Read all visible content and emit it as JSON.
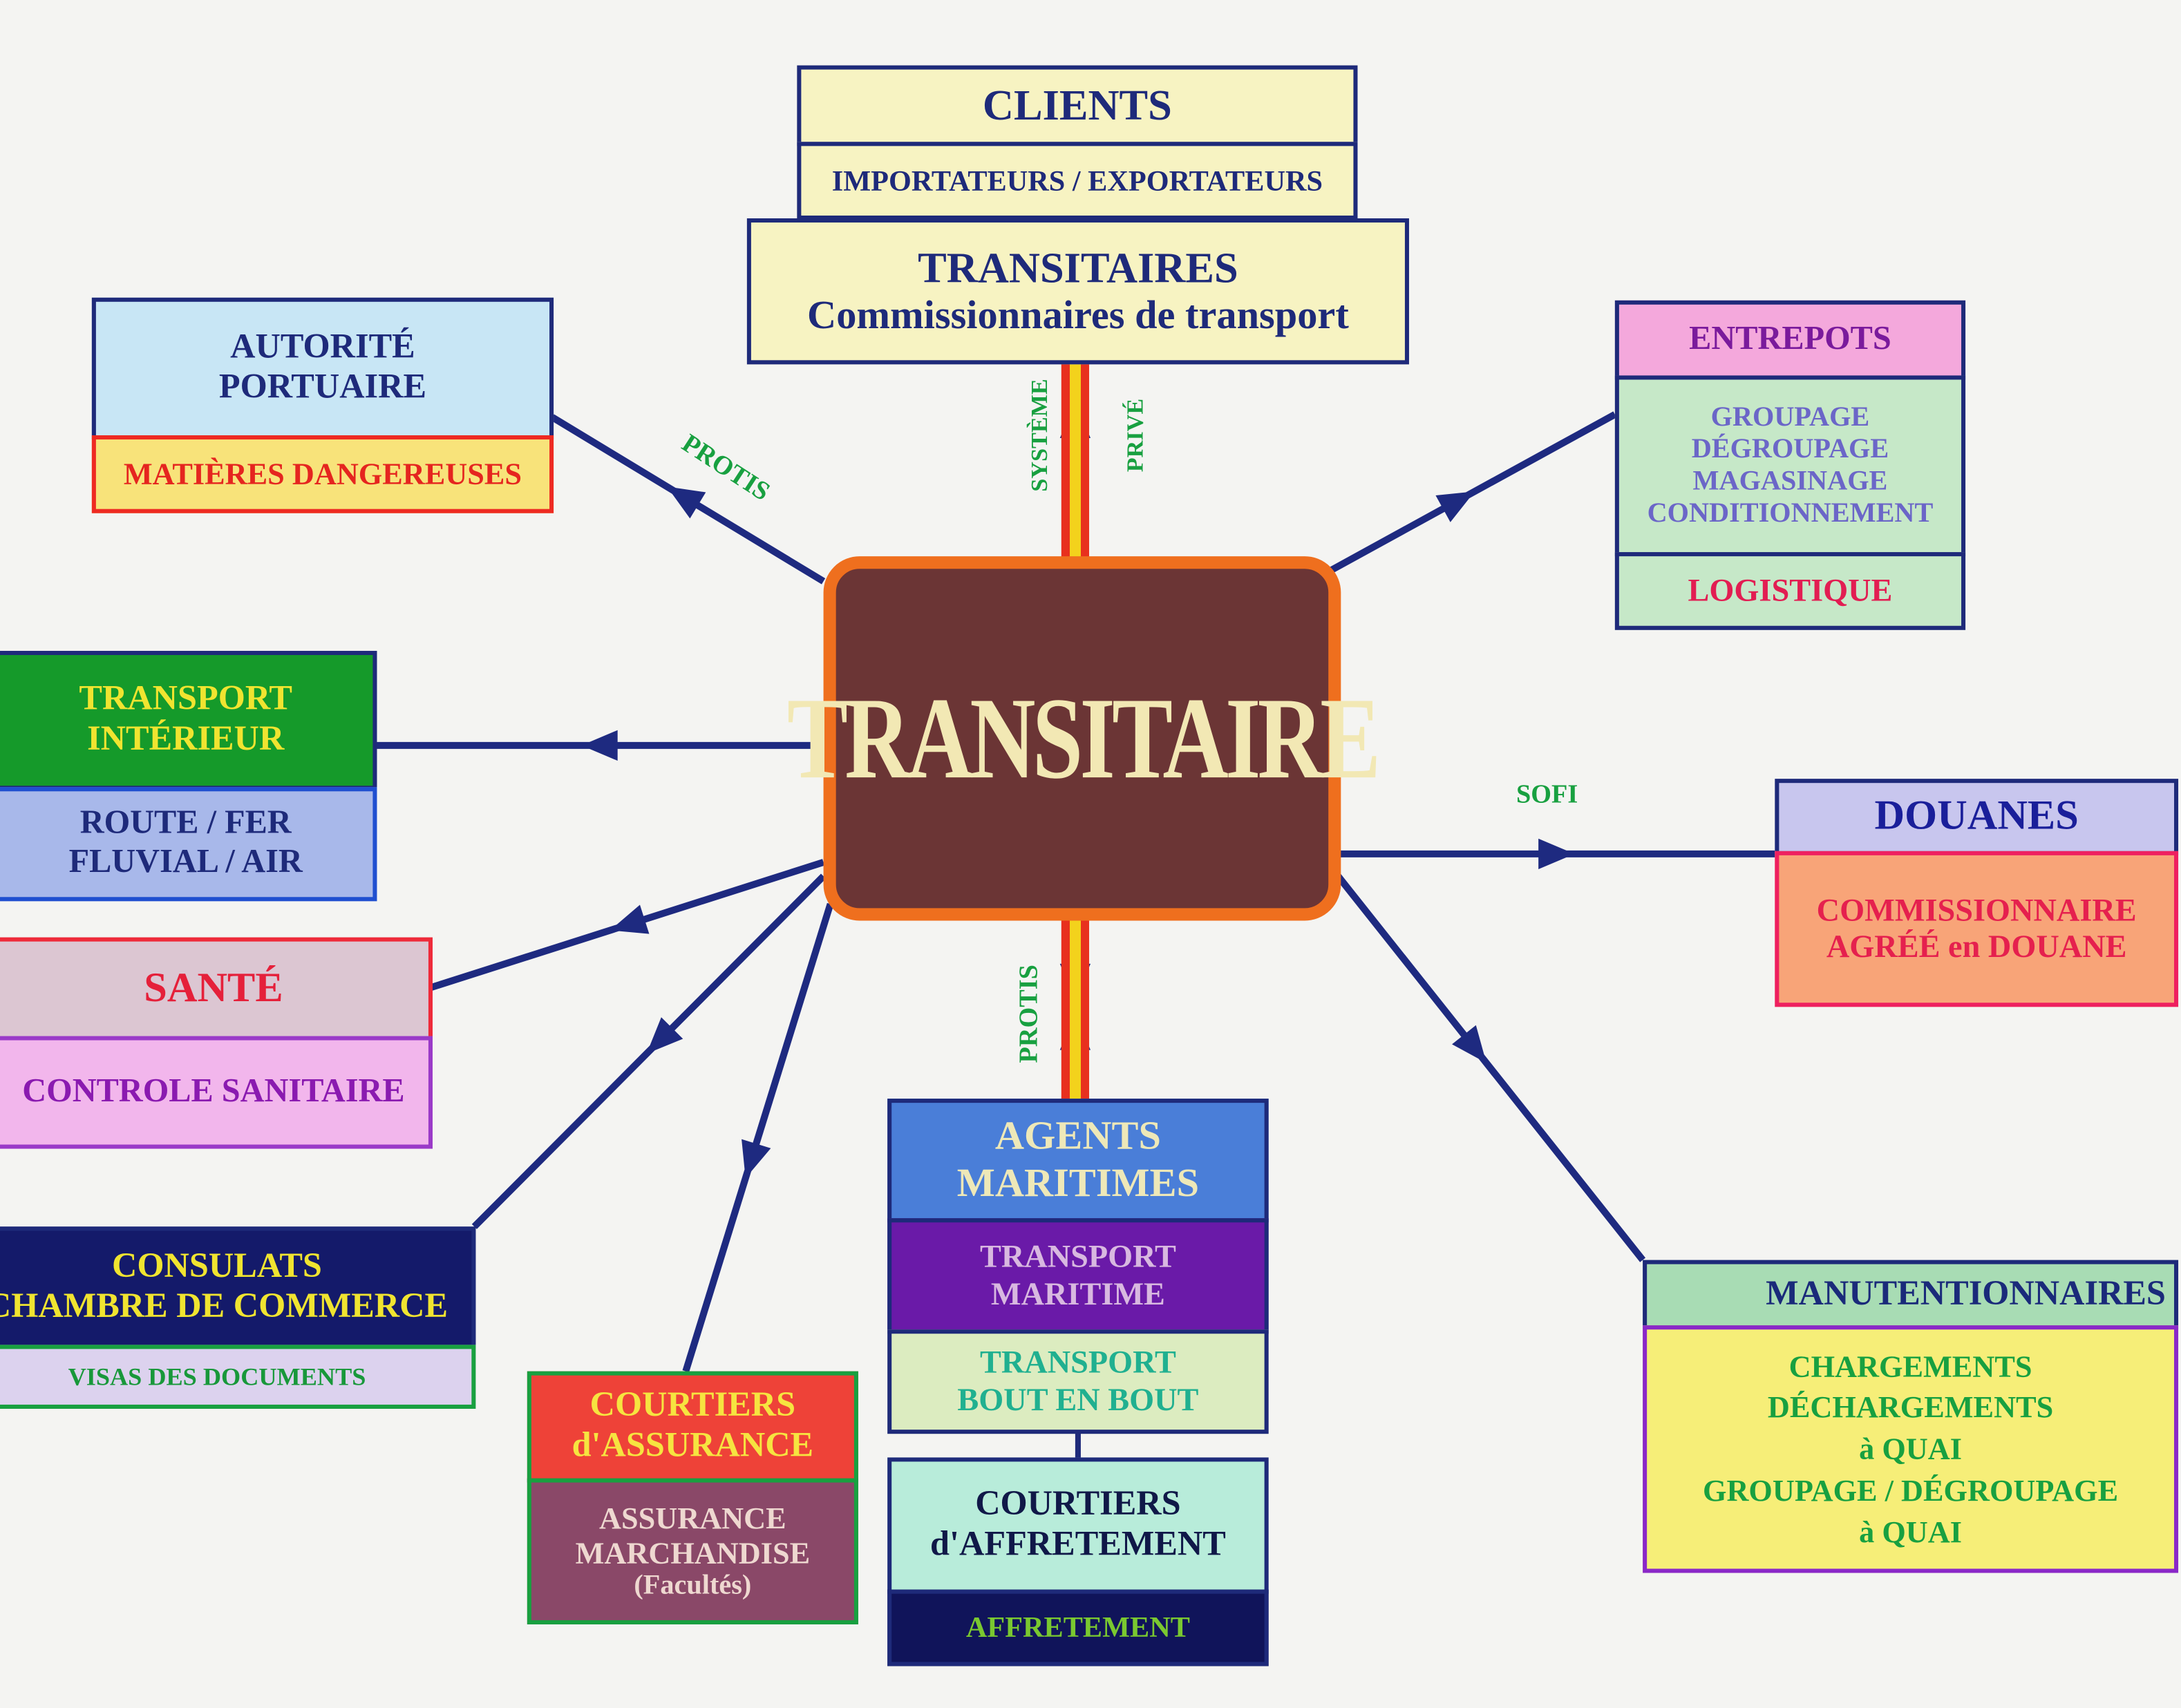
{
  "center": {
    "label": "TRANSITAIRE"
  },
  "clients": {
    "title": "CLIENTS",
    "sub": "IMPORTATEURS / EXPORTATEURS"
  },
  "transitaires": {
    "title": "TRANSITAIRES",
    "sub": "Commissionnaires de transport"
  },
  "top_link": {
    "left": "SYSTÈME",
    "right": "PRIVÉ"
  },
  "autorite": {
    "line1": "AUTORITÉ",
    "line2": "PORTUAIRE",
    "sub": "MATIÈRES DANGEREUSES",
    "link": "PROTIS"
  },
  "entrepots": {
    "title": "ENTREPOTS",
    "items": [
      "GROUPAGE",
      "DÉGROUPAGE",
      "MAGASINAGE",
      "CONDITIONNEMENT"
    ],
    "sub": "LOGISTIQUE"
  },
  "transport_interieur": {
    "line1": "TRANSPORT",
    "line2": "INTÉRIEUR",
    "sub1": "ROUTE /  FER",
    "sub2": "FLUVIAL / AIR"
  },
  "douanes": {
    "title": "DOUANES",
    "sub1": "COMMISSIONNAIRE",
    "sub2": "AGRÉÉ  en  DOUANE",
    "link": "SOFI"
  },
  "sante": {
    "title": "SANTÉ",
    "sub": "CONTROLE SANITAIRE"
  },
  "consulats": {
    "line1": "CONSULATS",
    "line2": "CHAMBRE DE COMMERCE",
    "sub": "VISAS  DES DOCUMENTS"
  },
  "courtiers_assurance": {
    "line1": "COURTIERS",
    "line2": "d'ASSURANCE",
    "sub1": "ASSURANCE",
    "sub2": "MARCHANDISE",
    "sub3": "(Facultés)"
  },
  "agents": {
    "line1": "AGENTS",
    "line2": "MARITIMES",
    "mid1": "TRANSPORT",
    "mid2": "MARITIME",
    "low1": "TRANSPORT",
    "low2": "BOUT EN  BOUT",
    "link": "PROTIS"
  },
  "courtiers_affretement": {
    "line1": "COURTIERS",
    "line2": "d'AFFRETEMENT",
    "sub": "AFFRETEMENT"
  },
  "manutentionnaires": {
    "title": "MANUTENTIONNAIRES",
    "items": [
      "CHARGEMENTS",
      "DÉCHARGEMENTS",
      "à QUAI",
      "GROUPAGE / DÉGROUPAGE",
      "à QUAI"
    ]
  },
  "colors": {
    "line": "#1e2a80",
    "center_fill": "#6b3535",
    "center_border": "#ef6f1e",
    "label_green": "#18a040"
  }
}
